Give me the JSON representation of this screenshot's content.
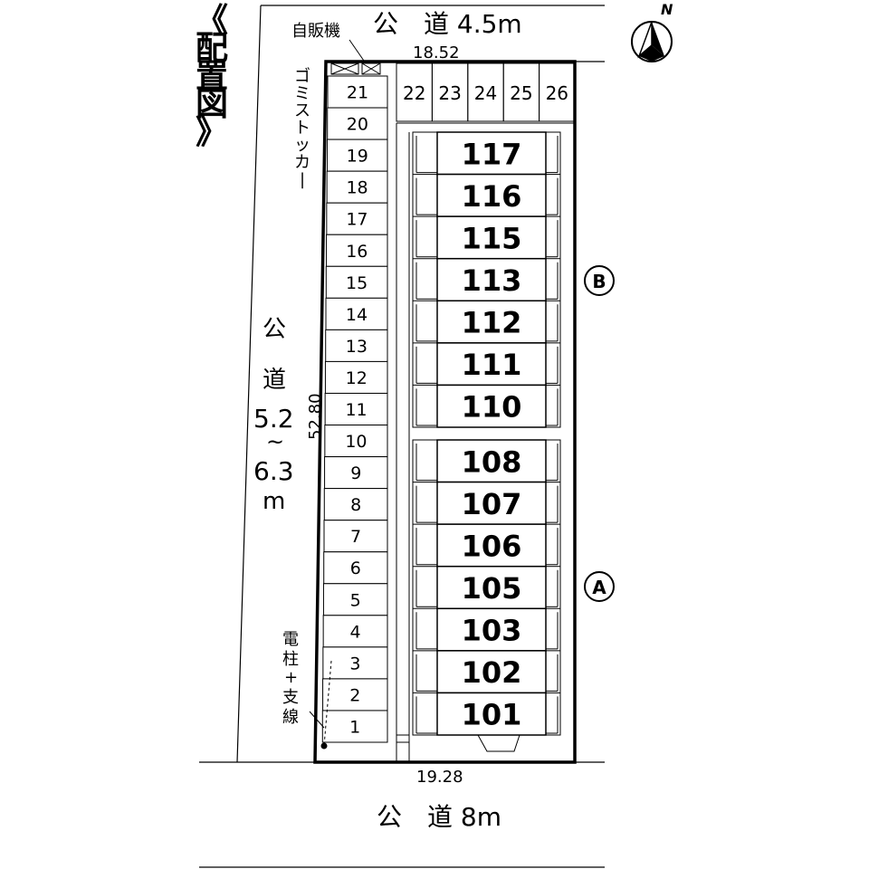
{
  "title": "《配置図》",
  "roads": {
    "north": "公　道 4.5m",
    "south": "公　道 8m",
    "west_label": "公",
    "west_label2": "道",
    "west_width1": "5.2",
    "west_tilde": "~",
    "west_width2": "6.3",
    "west_unit": "m"
  },
  "dimensions": {
    "top": "18.52",
    "bottom": "19.28",
    "left": "52.80"
  },
  "labels": {
    "vending_machine": "自販機",
    "garbage_stocker": "ゴミストッカー",
    "pole_line1": "電",
    "pole_line2": "柱",
    "pole_line3": "+",
    "pole_line4": "支",
    "pole_line5": "線",
    "north": "N"
  },
  "buildings": {
    "b": "B",
    "a": "A"
  },
  "parking_left": [
    "21",
    "20",
    "19",
    "18",
    "17",
    "16",
    "15",
    "14",
    "13",
    "12",
    "11",
    "10",
    "9",
    "8",
    "7",
    "6",
    "5",
    "4",
    "3",
    "2",
    "1"
  ],
  "parking_top": [
    "22",
    "23",
    "24",
    "25",
    "26"
  ],
  "units_b": [
    "117",
    "116",
    "115",
    "113",
    "112",
    "111",
    "110"
  ],
  "units_a": [
    "108",
    "107",
    "106",
    "105",
    "103",
    "102",
    "101"
  ]
}
